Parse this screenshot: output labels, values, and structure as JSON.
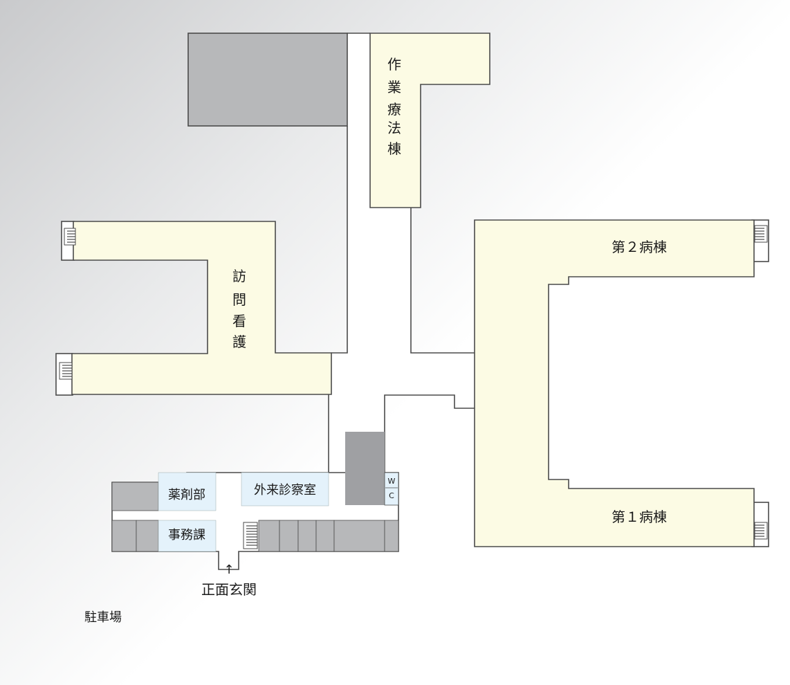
{
  "colors": {
    "ward_fill": "#fcfbe4",
    "office_fill": "#e4f2fb",
    "corridor_fill": "#ffffff",
    "storage_fill": "#b7b8ba",
    "dark_room_fill": "#9fa0a3",
    "wall": "#4a4a4a",
    "text": "#1a1a1a"
  },
  "map": {
    "wards": {
      "occupational_therapy": [
        "作",
        "業",
        "療",
        "法",
        "棟"
      ],
      "visiting_nursing": [
        "訪",
        "問",
        "看",
        "護"
      ],
      "ward_2": "第２病棟",
      "ward_1": "第１病棟"
    },
    "rooms": {
      "pharmacy": "薬剤部",
      "outpatient": "外来診察室",
      "office": "事務課",
      "restroom": [
        "W",
        "C"
      ]
    },
    "entrance": {
      "arrow": "↑",
      "label": "正面玄関"
    },
    "parking": "駐車場"
  }
}
